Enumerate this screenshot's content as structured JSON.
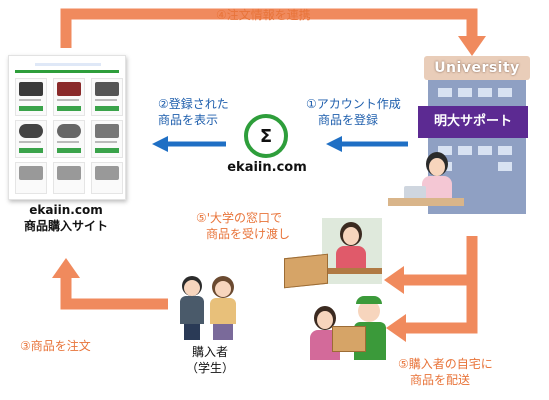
{
  "steps": {
    "step4": "④注文情報を連携",
    "step1_line1": "①アカウント作成",
    "step1_line2": "商品を登録",
    "step2_line1": "②登録された",
    "step2_line2": "商品を表示",
    "step5a_line1": "⑤'大学の窓口で",
    "step5a_line2": "商品を受け渡し",
    "step3": "③商品を注文",
    "step5b_line1": "⑤購入者の自宅に",
    "step5b_line2": "商品を配送"
  },
  "nodes": {
    "university_sign": "University",
    "support_box": "明大サポート",
    "ekaiin_logo": "ekaiin.com",
    "site_line1": "ekaiin.com",
    "site_line2": "商品購入サイト",
    "buyer_line1": "購入者",
    "buyer_line2": "（学生）"
  },
  "colors": {
    "orange_arrow": "#f08a5d",
    "blue_arrow": "#1f6fc4",
    "purple_box": "#5c2a92",
    "logo_green": "#2e9e3b"
  }
}
